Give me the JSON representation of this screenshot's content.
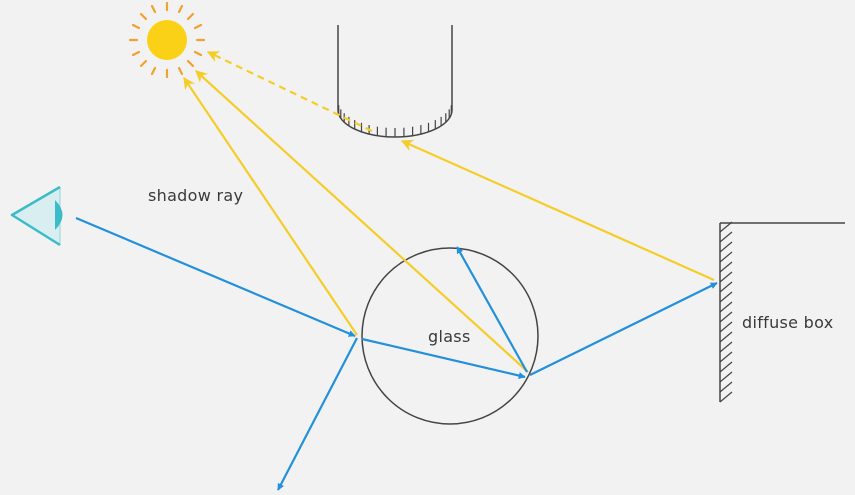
{
  "labels": {
    "shadow_ray": "shadow ray",
    "glass": "glass",
    "diffuse_box": "diffuse box"
  },
  "colors": {
    "background": "#f2f2f2",
    "camera_ray": "#2390dc",
    "light_ray": "#f5cd2a",
    "sun_fill": "#fbd118",
    "sun_rays": "#f0a12f",
    "eye": "#3bbcc8",
    "eye_fill": "#d9eef0",
    "outline": "#444444"
  },
  "icons": [
    "sun-icon",
    "eye-icon"
  ]
}
